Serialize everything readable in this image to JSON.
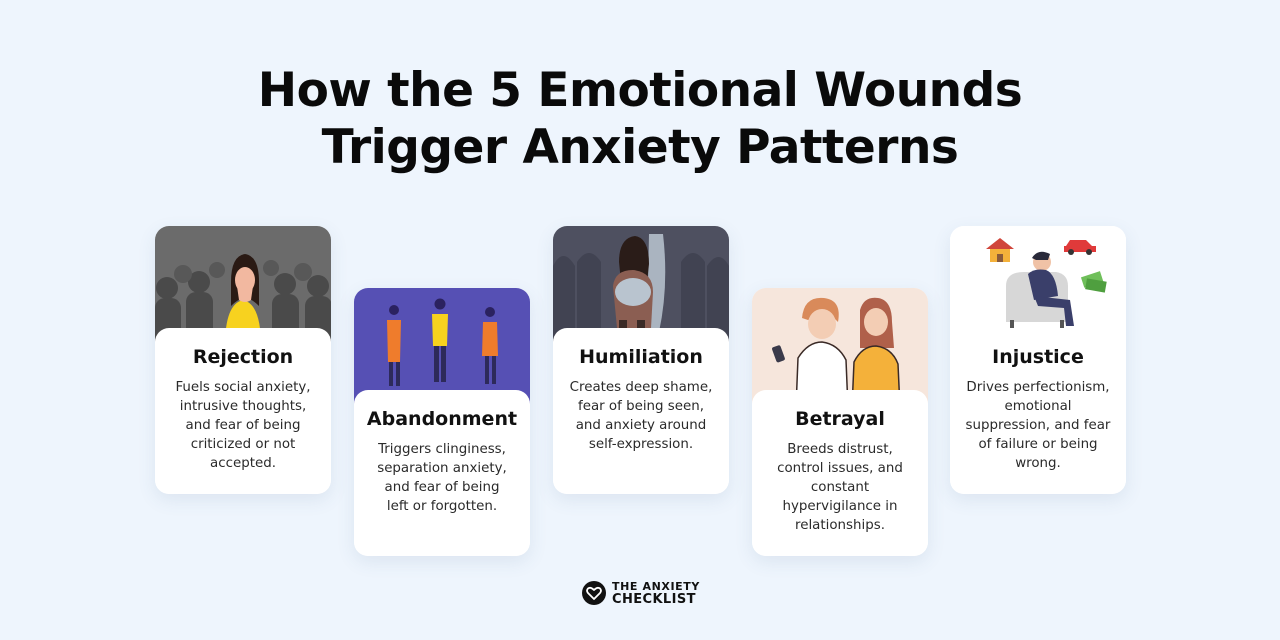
{
  "title": {
    "line1": "How the 5 Emotional Wounds",
    "line2": "Trigger Anxiety Patterns"
  },
  "cards": [
    {
      "title": "Rejection",
      "description": "Fuels social anxiety, intrusive thoughts, and fear of being criticized or not accepted."
    },
    {
      "title": "Abandonment",
      "description": "Triggers clinginess, separation anxiety, and fear of being left or forgotten."
    },
    {
      "title": "Humiliation",
      "description": "Creates deep shame, fear of being seen, and anxiety around self-expression."
    },
    {
      "title": "Betrayal",
      "description": "Breeds distrust, control issues, and constant hypervigilance in relationships."
    },
    {
      "title": "Injustice",
      "description": "Drives perfectionism, emotional suppression, and fear of failure or being wrong."
    }
  ],
  "brand": {
    "line1": "THE ANXIETY",
    "line2": "CHECKLIST"
  },
  "colors": {
    "background": "#eef5fd",
    "card": "#ffffff",
    "abandonment_art": "#5650b4",
    "rejection_art": "#6b6b6b",
    "humiliation_art": "#4e5060",
    "betrayal_art": "#f6e6dc"
  }
}
